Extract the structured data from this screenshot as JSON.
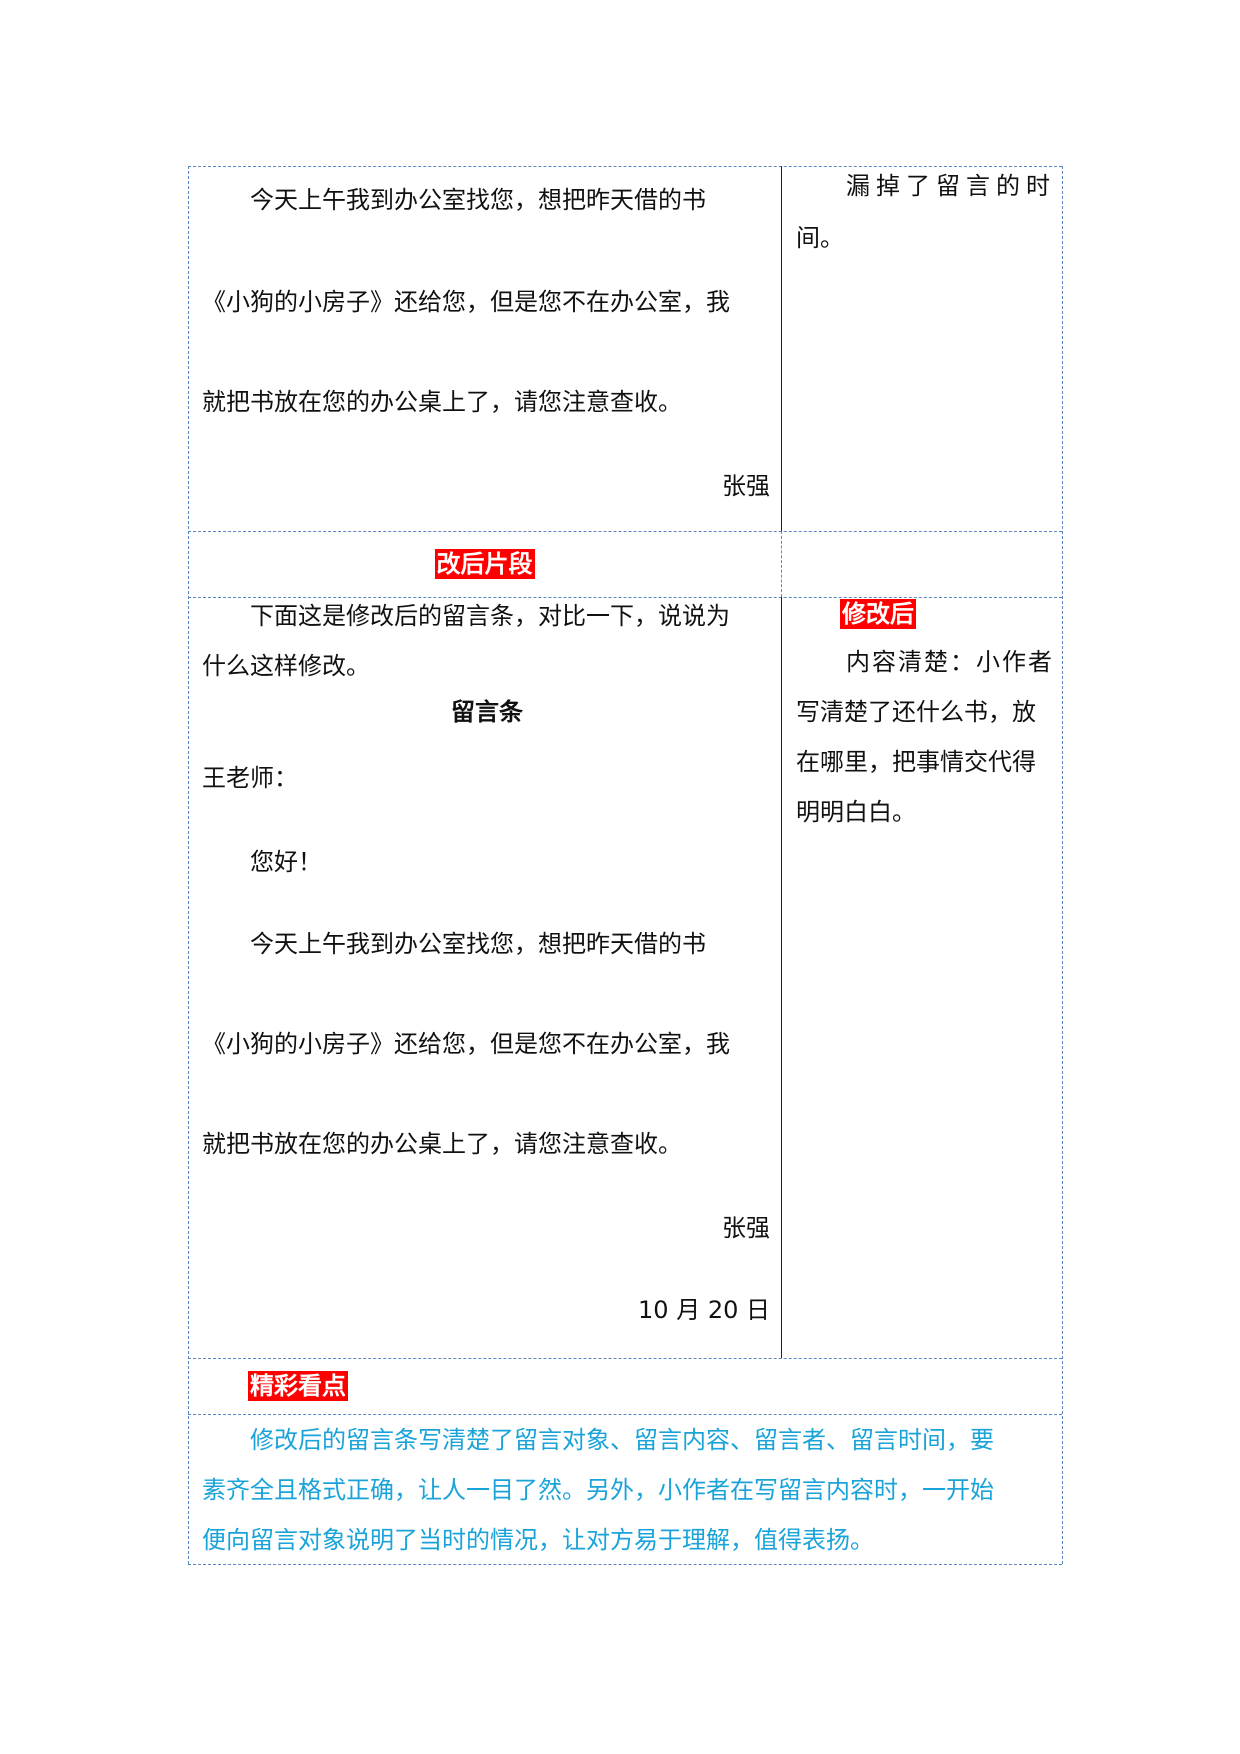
{
  "letter_before": {
    "line1": "今天上午我到办公室找您，想把昨天借的书",
    "line2": "《小狗的小房子》还给您，但是您不在办公室，我",
    "line3": "就把书放在您的办公桌上了，请您注意查收。",
    "signature": "张强"
  },
  "comment_before": {
    "line1": "漏掉了留言的时",
    "line2": "间。"
  },
  "section_after_label": "改后片段",
  "intro": {
    "line1": "下面这是修改后的留言条，对比一下，说说为",
    "line2": "什么这样修改。"
  },
  "letter_after": {
    "title": "留言条",
    "salutation": "王老师：",
    "greeting": "您好！",
    "line1": "今天上午我到办公室找您，想把昨天借的书",
    "line2": "《小狗的小房子》还给您，但是您不在办公室，我",
    "line3": "就把书放在您的办公桌上了，请您注意查收。",
    "signature": "张强",
    "date": "10 月 20 日"
  },
  "comment_after": {
    "label": "修改后",
    "line1": "内容清楚：小作者",
    "line2": "写清楚了还什么书，放",
    "line3": "在哪里，把事情交代得",
    "line4": "明明白白。"
  },
  "highlights": {
    "label": "精彩看点",
    "line1": "修改后的留言条写清楚了留言对象、留言内容、留言者、留言时间，要",
    "line2": "素齐全且格式正确，让人一目了然。另外，小作者在写留言内容时，一开始",
    "line3": "便向留言对象说明了当时的情况，让对方易于理解，值得表扬。"
  },
  "colors": {
    "grid": "#5b87c4",
    "label_bg": "#ff0000",
    "highlight_text": "#1aa3d9"
  }
}
